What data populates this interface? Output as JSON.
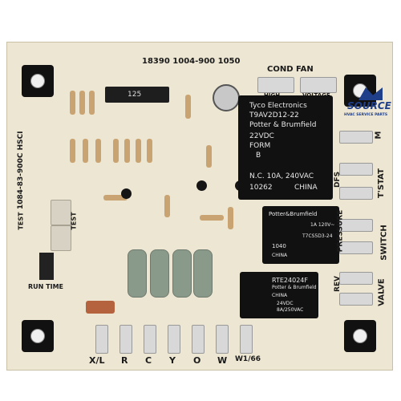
{
  "board": {
    "part_number": "18390 1004-900 1050",
    "vertical_id": "1084-83-900C HSCI",
    "cond_fan": "COND FAN",
    "high": "HIGH",
    "voltage": "VOLTAGE",
    "test": "TEST",
    "test2": "TEST",
    "run_time": "RUN TIME",
    "ic_label": "125",
    "bottom_terminals": [
      "X/L",
      "R",
      "C",
      "Y",
      "O",
      "W",
      "W1/66"
    ],
    "right_labels": [
      "M",
      "T'STAT",
      "DFS",
      "SWITCH",
      "PRESSURE",
      "VALVE",
      "REV"
    ],
    "brand": {
      "logo_text": "SOURCE",
      "logo_sub": "HVAC SERVICE PARTS"
    }
  },
  "relay_large": {
    "maker": "Tyco Electronics",
    "model": "T9AV2D12-22",
    "brand": "Potter & Brumfield",
    "coil": "22VDC",
    "form": "FORM",
    "form_letter": "B",
    "contact": "N.C. 10A, 240VAC",
    "code": "10262",
    "origin": "CHINA"
  },
  "relay_mid": {
    "brand": "Potter&Brumfield",
    "rating": "1A 120V~",
    "model": "T7CS5D3-24",
    "code": "1040",
    "origin": "CHINA"
  },
  "relay_small": {
    "model": "RTE24024F",
    "brand": "Potter & Brumfield",
    "origin": "CHINA",
    "coil": "24VDC",
    "rating": "8A/250VAC"
  },
  "colors": {
    "board": "#ede6d2",
    "relay": "#111111",
    "logo": "#1f3f8a"
  }
}
